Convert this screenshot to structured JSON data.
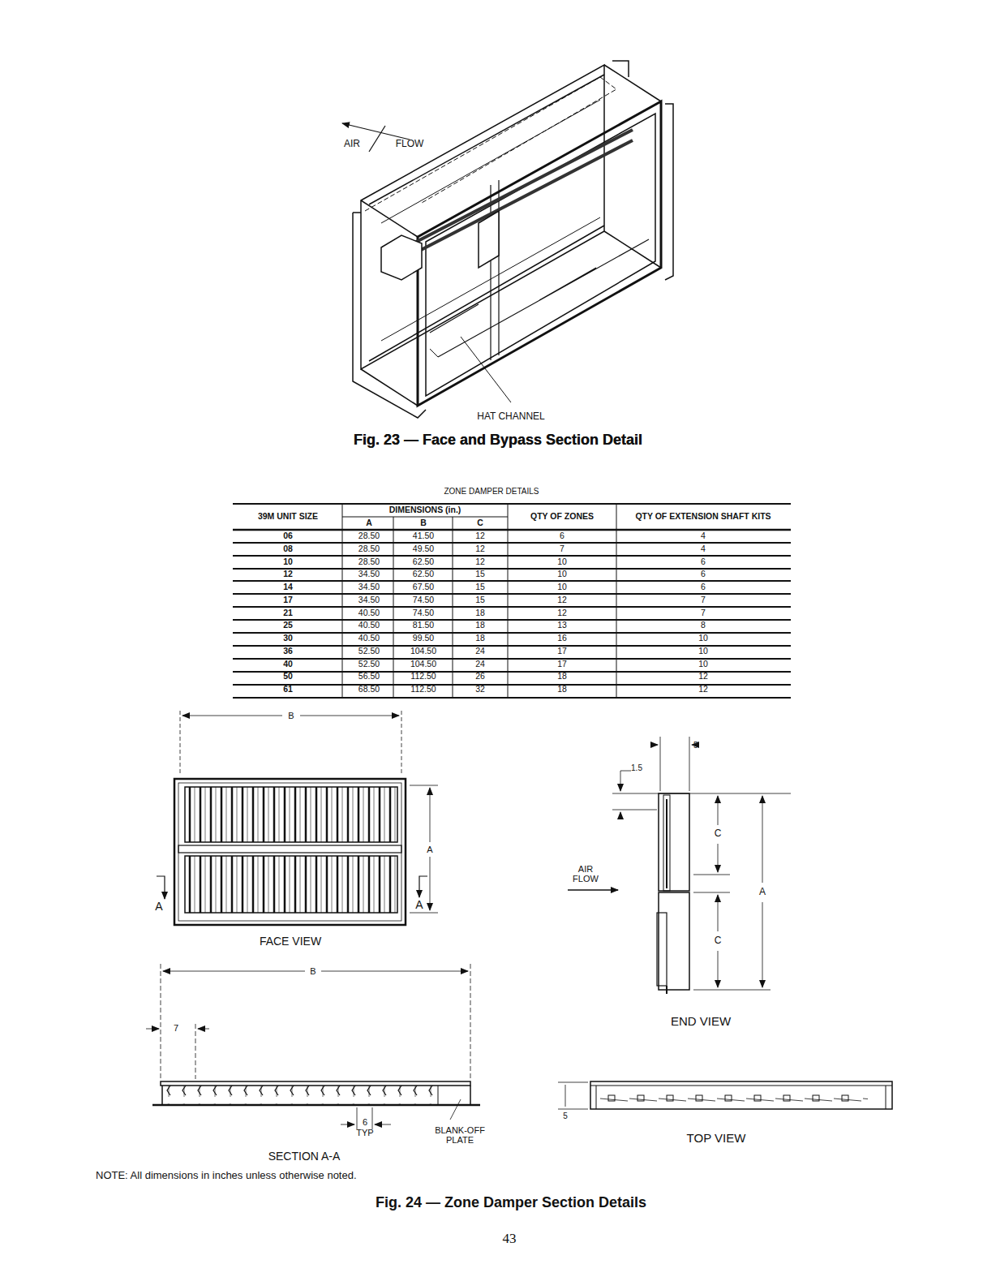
{
  "diagram": {
    "caption": "Fig. 24 — Zone Damper Section Details",
    "labels": [
      "AIR",
      "FLOW",
      "HAT CHANNEL",
      "Fig. 23 — Face and Bypass Section Detail",
      "ZONE DAMPER DETAILS",
      "39M UNIT SIZE",
      "DIMENSIONS (in.)",
      "A",
      "B",
      "C",
      "QTY OF ZONES",
      "QTY OF EXTENSION SHAFT KITS",
      "06",
      "28.50",
      "41.50",
      "12",
      "6",
      "4",
      "08",
      "28.50",
      "49.50",
      "12",
      "7",
      "4",
      "10",
      "28.50",
      "62.50",
      "12",
      "10",
      "6",
      "12",
      "34.50",
      "62.50",
      "15",
      "10",
      "6",
      "14",
      "34.50",
      "67.50",
      "15",
      "10",
      "6",
      "17",
      "34.50",
      "74.50",
      "15",
      "12",
      "7",
      "21",
      "40.50",
      "74.50",
      "18",
      "12",
      "7",
      "25",
      "40.50",
      "81.50",
      "18",
      "13",
      "8",
      "30",
      "40.50",
      "99.50",
      "18",
      "16",
      "10",
      "36",
      "52.50",
      "104.50",
      "24",
      "17",
      "10",
      "40",
      "52.50",
      "104.50",
      "24",
      "17",
      "10",
      "50",
      "56.50",
      "112.50",
      "26",
      "18",
      "12",
      "61",
      "68.50",
      "112.50",
      "32",
      "18",
      "12",
      "B",
      "A",
      "A",
      "A",
      "FACE VIEW",
      "B",
      "7",
      "6",
      "TYP",
      "BLANK-OFF PLATE",
      "SECTION A-A",
      "5",
      "1.5",
      "C",
      "A",
      "AIR FLOW",
      "C",
      "END VIEW",
      "5",
      "TOP VIEW",
      "NOTE: All dimensions in inches unless otherwise noted.",
      "Fig. 23 — Face and Bypass Section Detail",
      "43"
    ]
  }
}
